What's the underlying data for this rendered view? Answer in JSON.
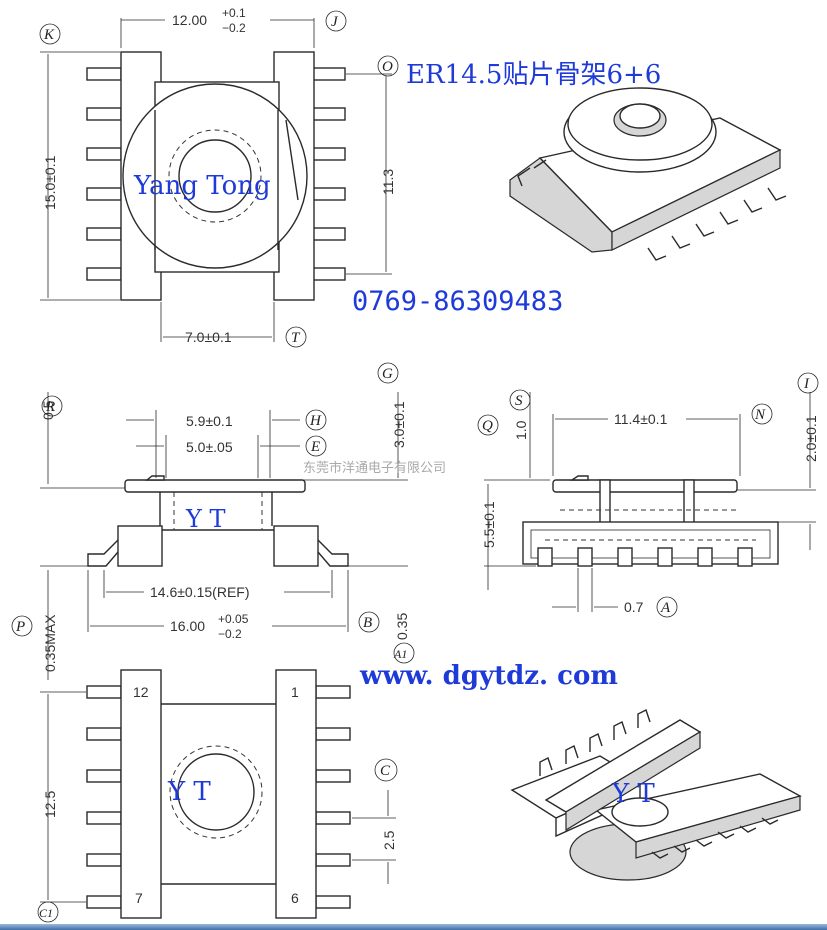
{
  "title": "ER14.5贴片骨架6+6",
  "brand": "Yang Tong",
  "phone": "0769-86309483",
  "website": "www. dgytdz. com",
  "company_watermark": "东莞市洋通电子有限公司",
  "yt_mark": "Y T",
  "colors": {
    "brand_blue": "#1e3ad8",
    "line": "#2a2a2a",
    "watermark": "#a9a9a9"
  },
  "dims": {
    "top_width_main": "12.00",
    "top_width_tol_plus": "+0.1",
    "top_width_tol_minus": "−0.2",
    "height_total": "15.0±0.1",
    "pin_span": "11.3",
    "center_width": "7.0±0.1",
    "flange_thick": "0.5",
    "d1": "5.9±0.1",
    "d2": "5.0±.05",
    "h_top": "3.0±0.1",
    "span_ref": "14.6±0.15(REF)",
    "overall_main": "16.00",
    "overall_tol_plus": "+0.05",
    "overall_tol_minus": "−0.2",
    "pin_thick": "0.35",
    "standoff": "0.35MAX",
    "side_width": "11.4±0.1",
    "side_top": "1.0",
    "side_h2": "2.0±0.1",
    "side_h": "5.5±0.1",
    "pin_w": "0.7",
    "pin_pitch_total": "12.5",
    "pin_pitch": "2.5"
  },
  "labels": {
    "K": "K",
    "J": "J",
    "O": "O",
    "T": "T",
    "G": "G",
    "R": "R",
    "H": "H",
    "E": "E",
    "S": "S",
    "Q": "Q",
    "N": "N",
    "I": "I",
    "P": "P",
    "B": "B",
    "A": "A",
    "A1": "A1",
    "C": "C",
    "C1": "C1"
  },
  "pins": {
    "p12": "12",
    "p1": "1",
    "p7": "7",
    "p6": "6"
  }
}
